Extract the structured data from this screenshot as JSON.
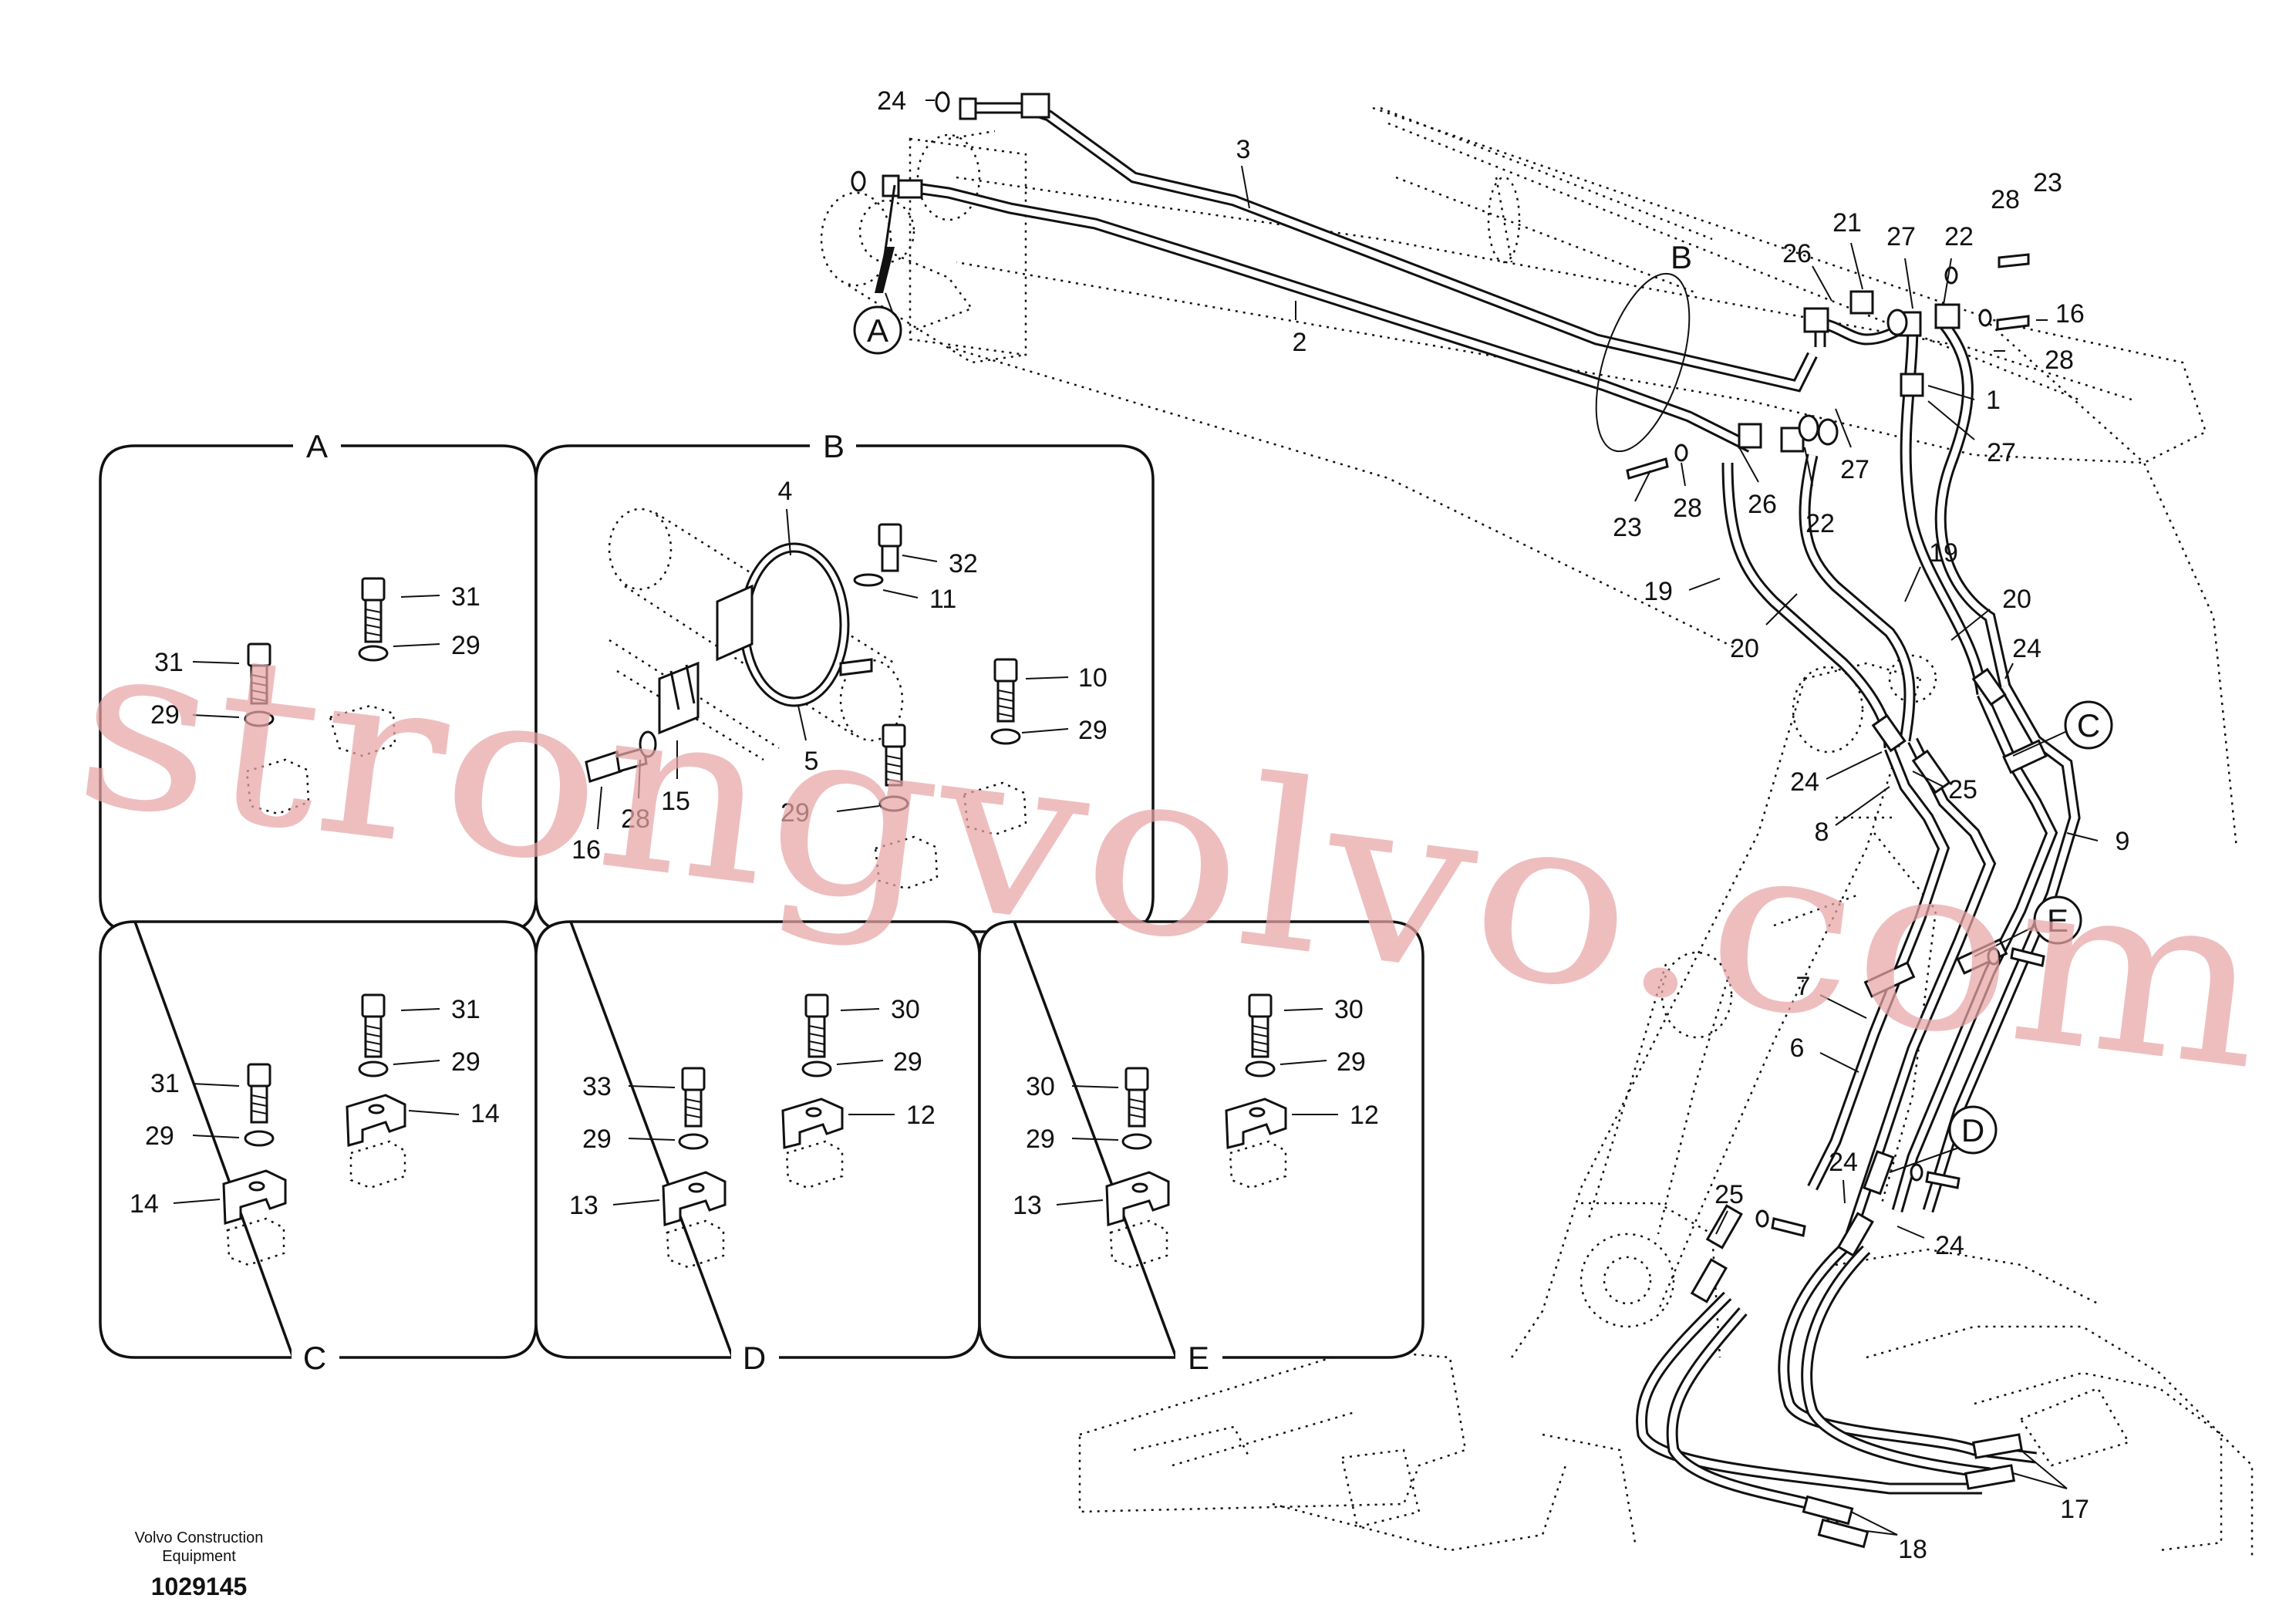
{
  "diagram": {
    "watermark": "strongvolvo.com",
    "footer": {
      "company_line1": "Volvo Construction",
      "company_line2": "Equipment",
      "drawing_number": "1029145"
    },
    "callouts": {
      "A": "A",
      "B": "B",
      "C": "C",
      "D": "D",
      "E": "E"
    },
    "panels": {
      "A": {
        "title": "A",
        "labels": [
          "31",
          "29",
          "31",
          "29"
        ]
      },
      "B": {
        "title": "B",
        "labels": [
          "4",
          "5",
          "32",
          "11",
          "10",
          "29",
          "29",
          "15",
          "16",
          "28"
        ]
      },
      "C": {
        "title": "C",
        "labels": [
          "31",
          "29",
          "14",
          "31",
          "29",
          "14"
        ]
      },
      "D": {
        "title": "D",
        "labels": [
          "30",
          "29",
          "12",
          "33",
          "29",
          "13"
        ]
      },
      "E": {
        "title": "E",
        "labels": [
          "30",
          "29",
          "12",
          "30",
          "29",
          "13"
        ]
      }
    },
    "main_labels": [
      "24",
      "3",
      "2",
      "23",
      "28",
      "26",
      "22",
      "27",
      "21",
      "26",
      "27",
      "22",
      "28",
      "23",
      "16",
      "28",
      "1",
      "27",
      "19",
      "20",
      "19",
      "20",
      "24",
      "24",
      "25",
      "8",
      "9",
      "7",
      "6",
      "24",
      "25",
      "24",
      "17",
      "18"
    ]
  }
}
